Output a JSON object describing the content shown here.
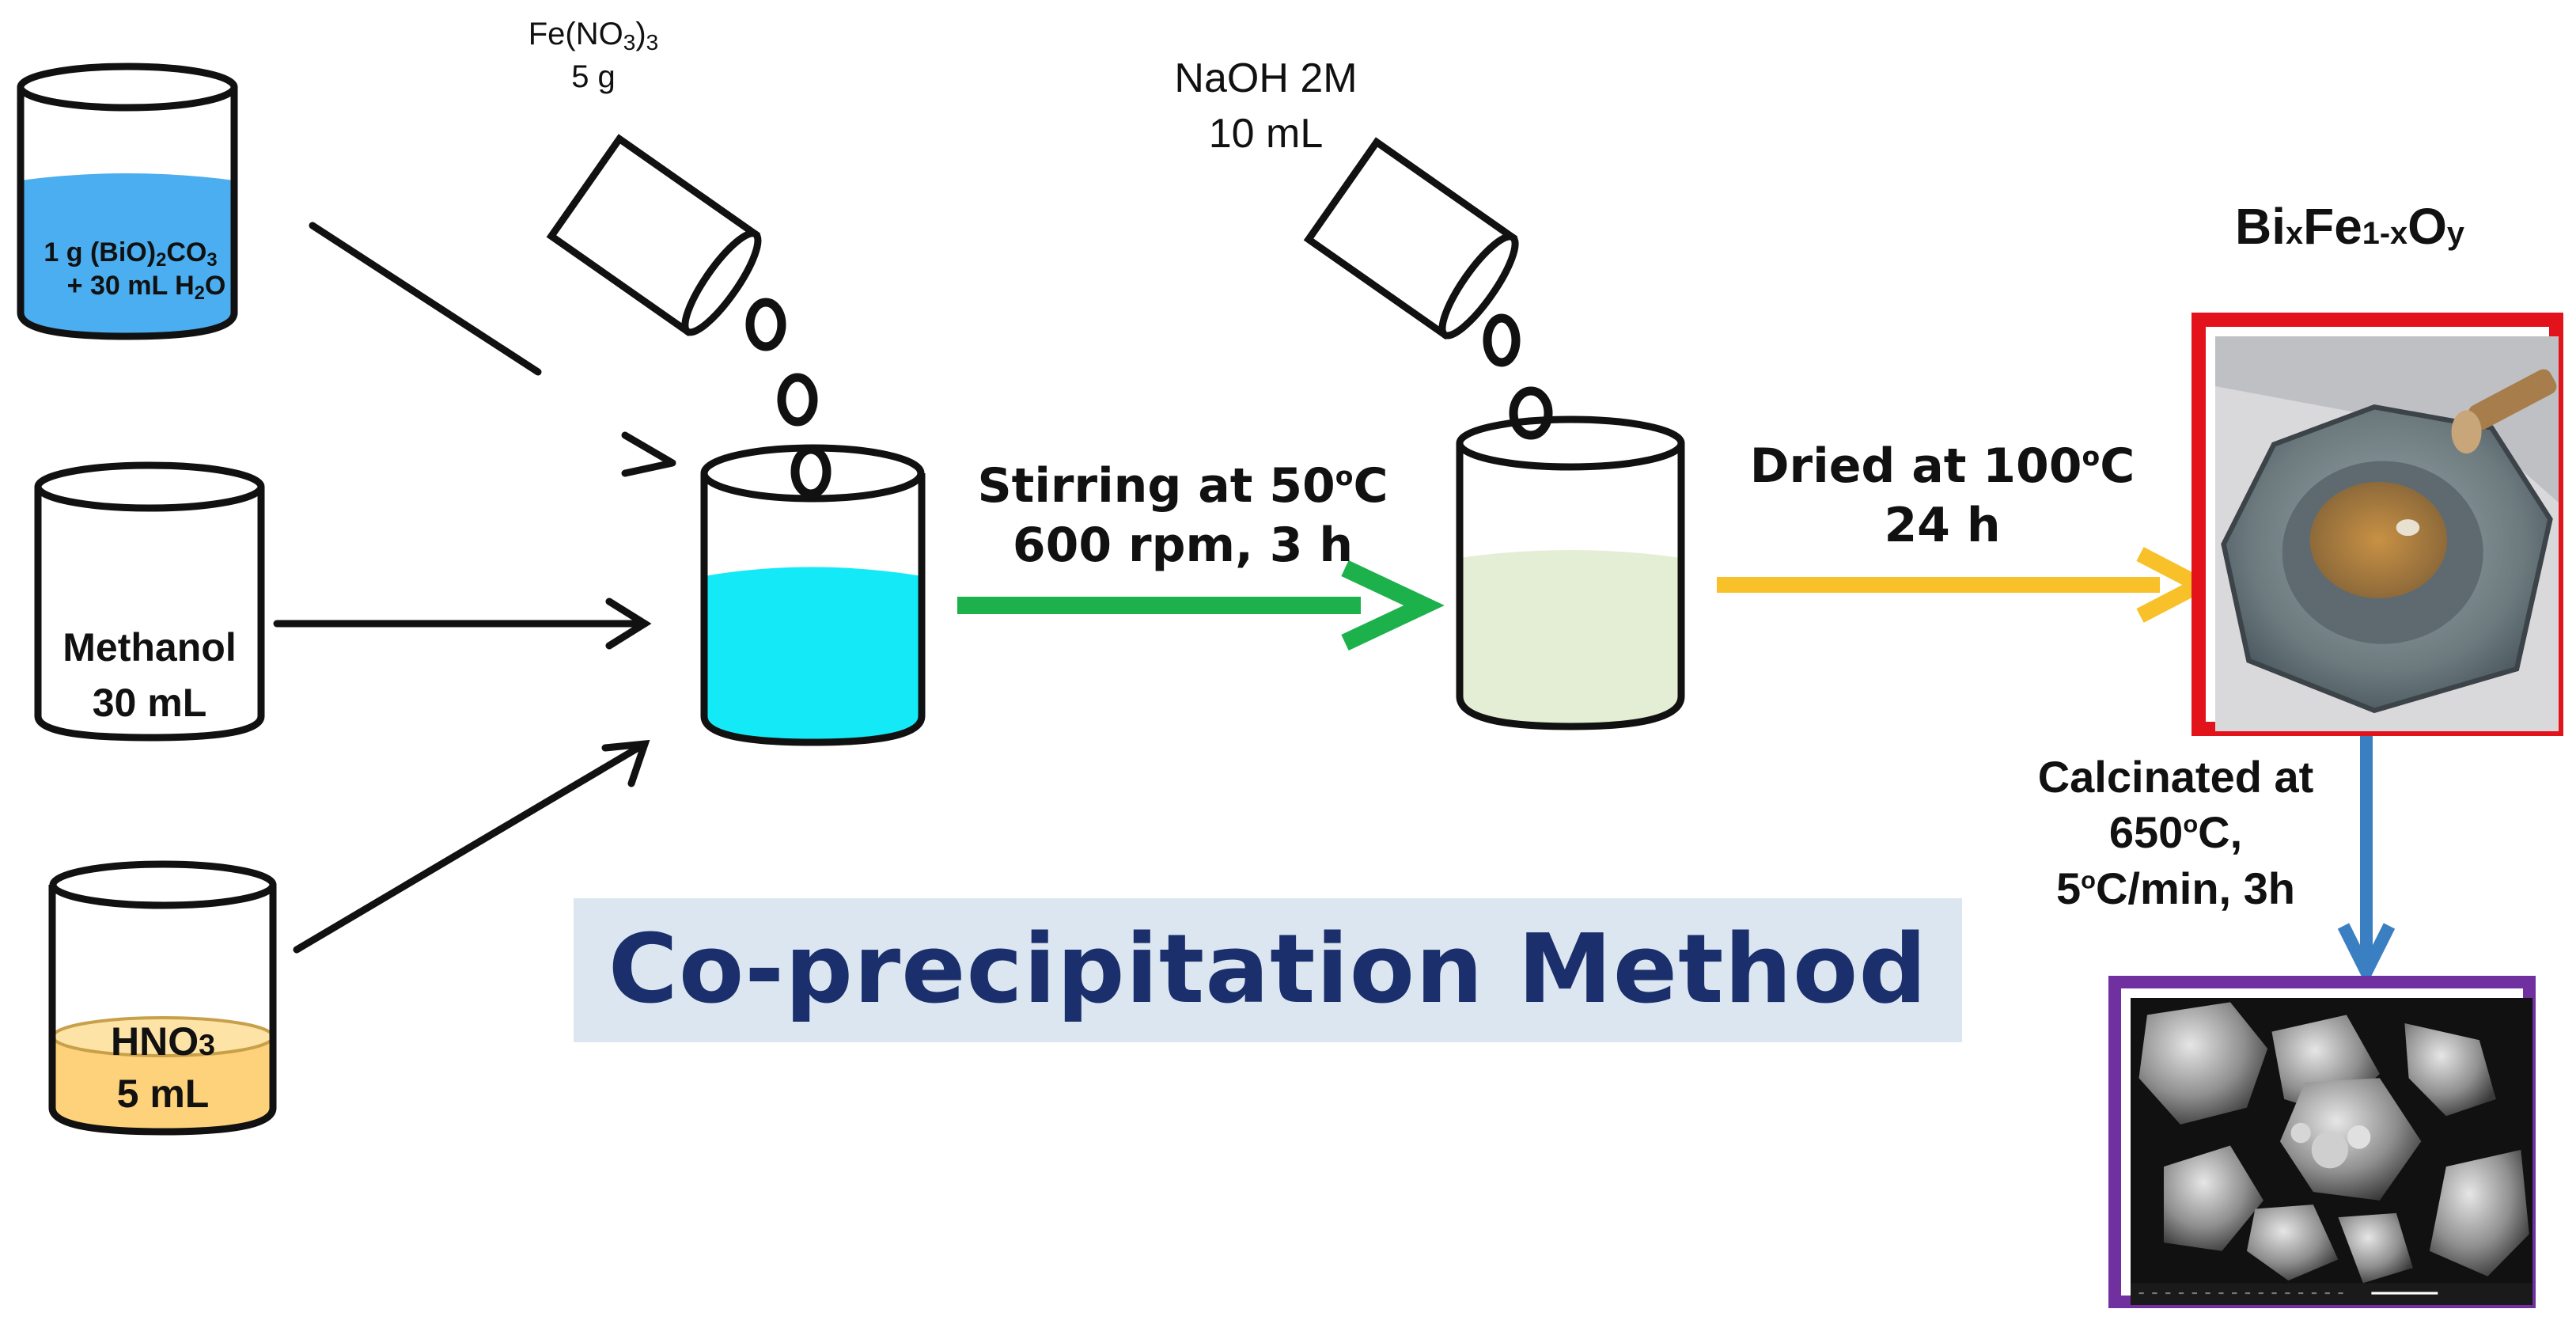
{
  "beakers": {
    "bio_mix": {
      "line1": "1 g (BiO)",
      "line1_sub": "2",
      "line1_tail": "CO",
      "line1_sub2": "3",
      "line2": "+ 30 mL H",
      "line2_sub": "2",
      "line2_tail": "O",
      "liquid_color": "#4aaef0"
    },
    "methanol": {
      "line1": "Methanol",
      "line2": "30 mL",
      "liquid_color": "#ffffff"
    },
    "hno3": {
      "line1": "HNO",
      "line1_sub": "3",
      "line2": "5 mL",
      "liquid_color": "#fdd27a"
    },
    "mix": {
      "liquid_color": "#14eaf7"
    },
    "precip": {
      "liquid_color": "#e3eed5"
    }
  },
  "reagents": {
    "fe": {
      "line1_head": "Fe(NO",
      "line1_sub": "3",
      "line1_mid": ")",
      "line1_sub2": "3",
      "line2": "5 g"
    },
    "naoh": {
      "line1": "NaOH 2M",
      "line2": "10 mL"
    }
  },
  "steps": {
    "stirring": {
      "line1_head": "Stirring at 50",
      "line1_deg": "o",
      "line1_tail": "C",
      "line2": "600 rpm, 3 h",
      "arrow_color": "#1db14b"
    },
    "drying": {
      "line1_head": "Dried at 100",
      "line1_deg": "o",
      "line1_tail": "C",
      "line2": "24 h",
      "arrow_color": "#f8c12a"
    },
    "calcination": {
      "line1": "Calcinated at",
      "line2_head": "650",
      "line2_deg": "o",
      "line2_tail": "C,",
      "line3_head": "5",
      "line3_deg": "o",
      "line3_tail": "C/min, 3h",
      "arrow_color": "#3a7fc1"
    }
  },
  "product": {
    "p1": "Bi",
    "p2": "x",
    "p3": "Fe",
    "p4": "1-x",
    "p5": "O",
    "p6": "y",
    "frame_color": "#e3131b"
  },
  "sem": {
    "frame_color": "#7030a0"
  },
  "method_title": "Co-precipitation Method"
}
